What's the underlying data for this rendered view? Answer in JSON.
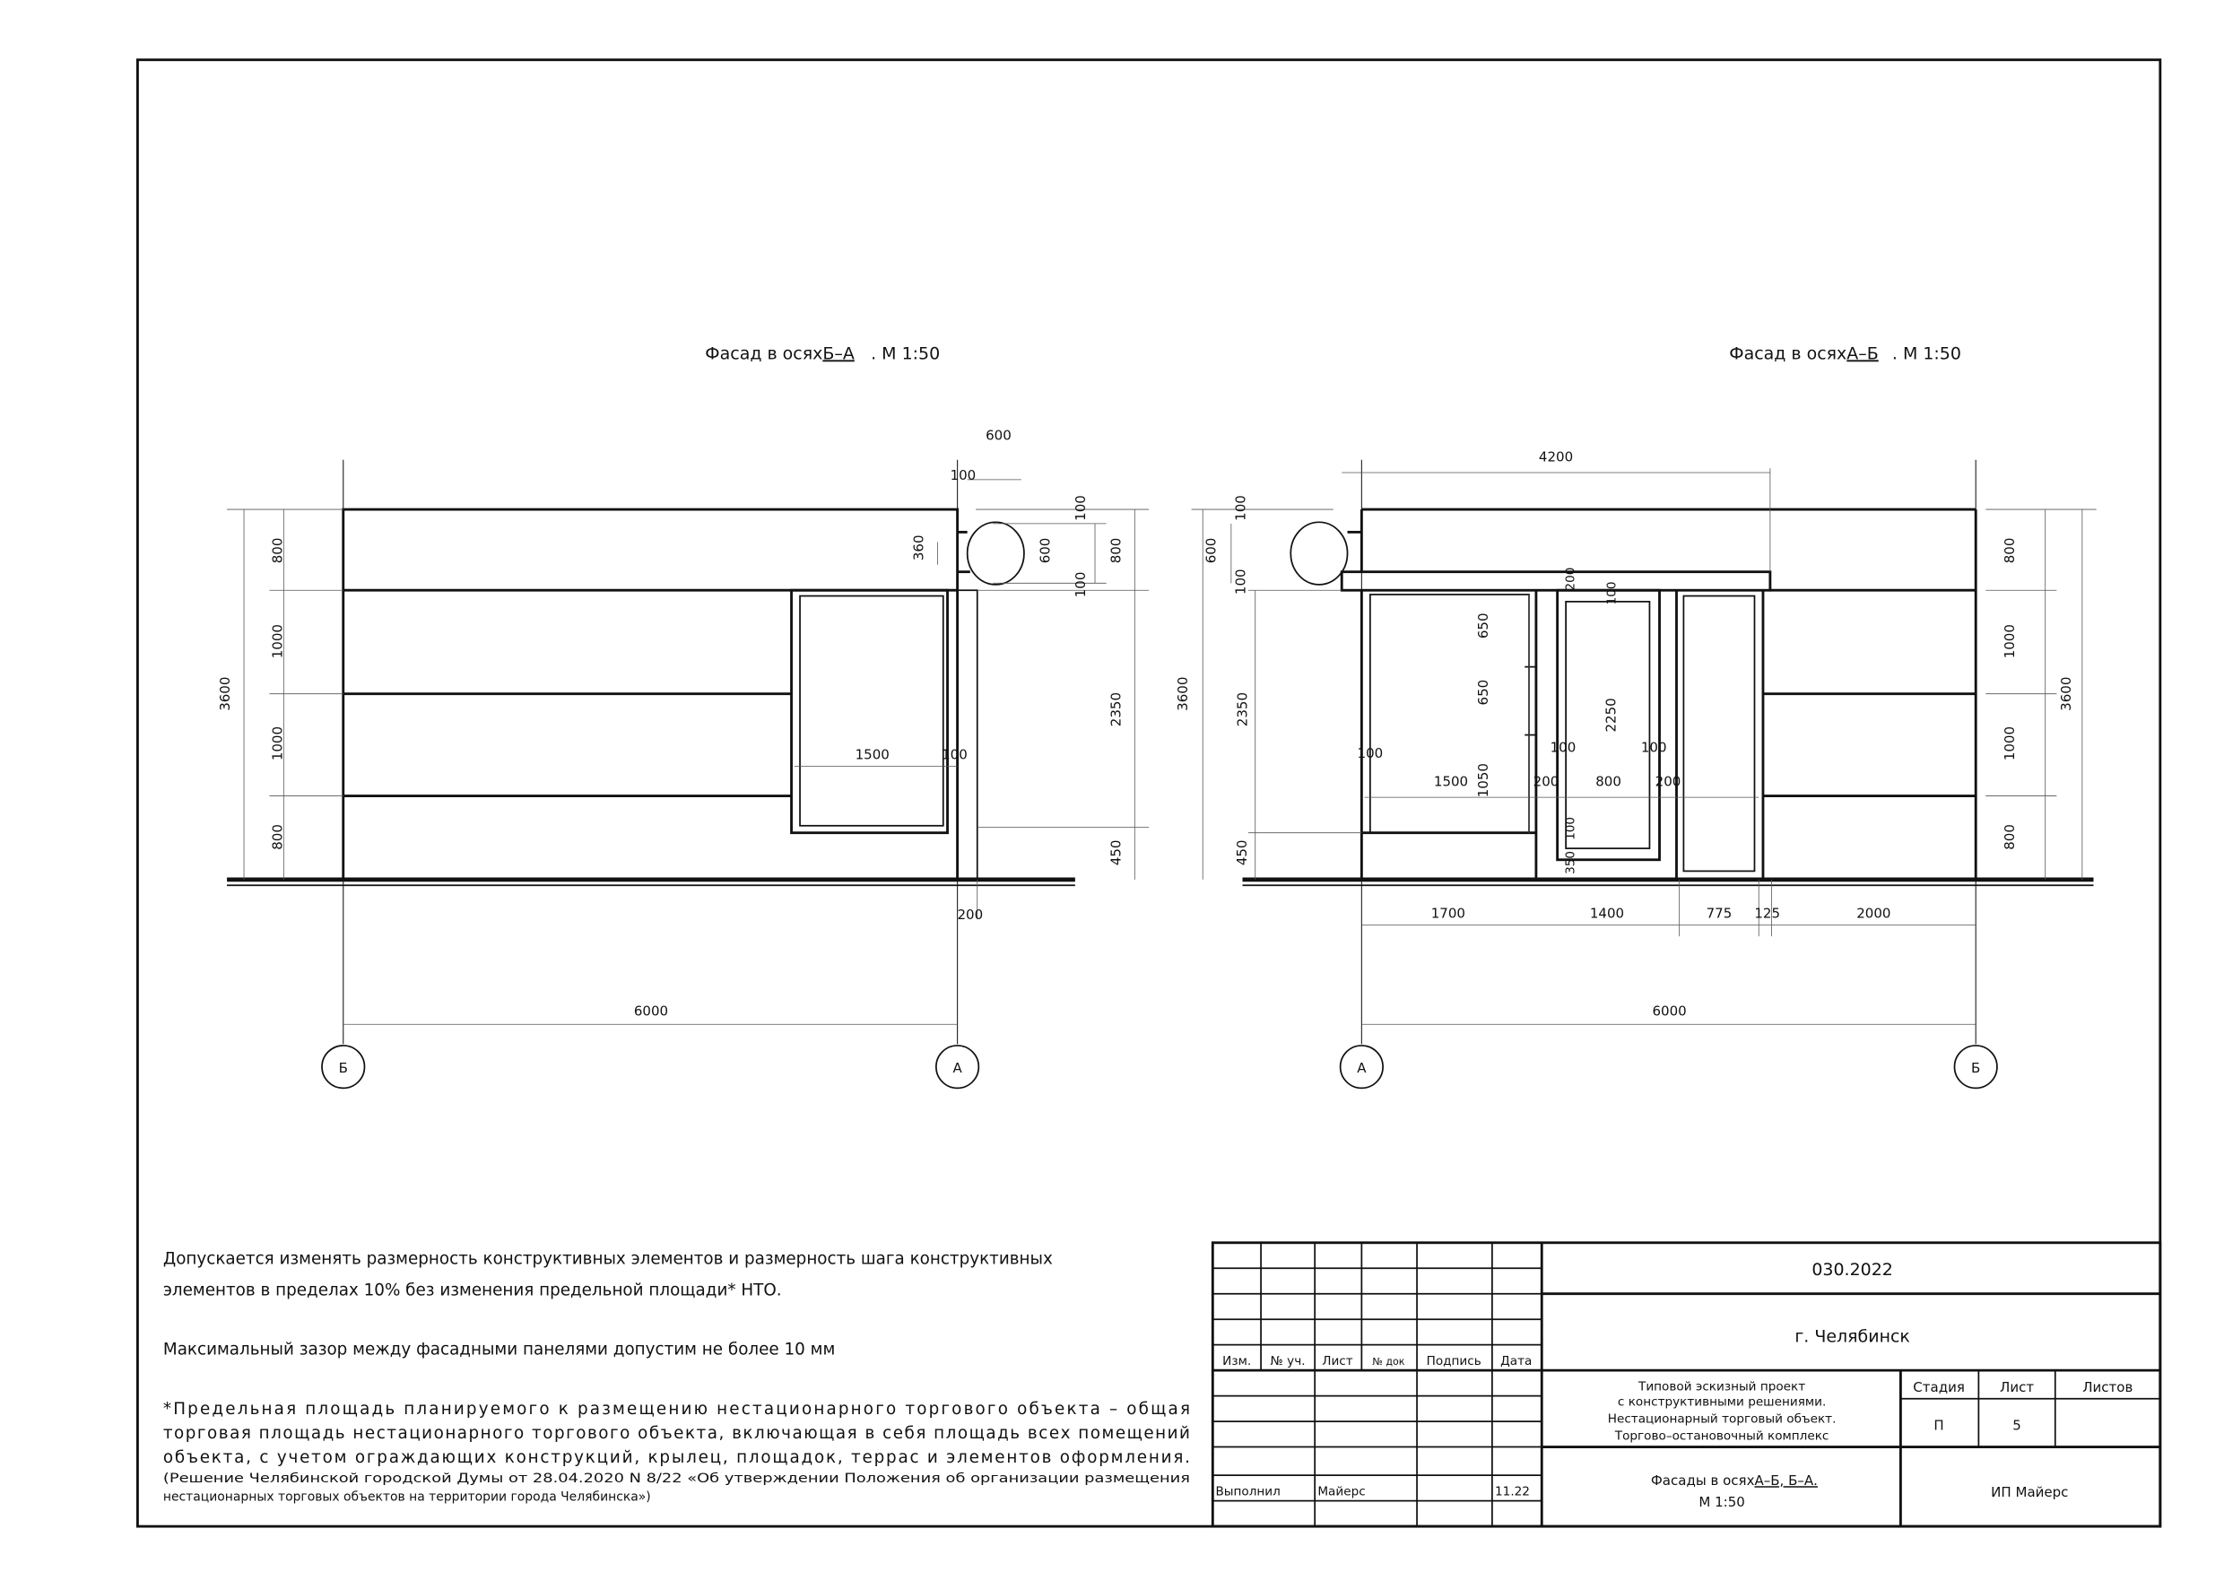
{
  "left_facade": {
    "title": "Фасад в осях ",
    "title_axes": "Б–А",
    "title_scale": ". М 1:50",
    "dims": [
      "600",
      "100",
      "360",
      "600",
      "100",
      "100",
      "800",
      "3600",
      "800",
      "1000",
      "1000",
      "800",
      "2350",
      "450",
      "1500",
      "100",
      "200",
      "6000"
    ],
    "axes": [
      "Б",
      "А"
    ]
  },
  "right_facade": {
    "title": "Фасад в осях ",
    "title_axes": "А–Б",
    "title_scale": ". М 1:50",
    "dims": [
      "4200",
      "600",
      "100",
      "100",
      "3600",
      "2350",
      "450",
      "650",
      "650",
      "1050",
      "1500",
      "100",
      "200",
      "200",
      "800",
      "100",
      "100",
      "200",
      "2250",
      "100",
      "350",
      "800",
      "1000",
      "1000",
      "800",
      "3600",
      "1700",
      "1400",
      "775",
      "125",
      "2000",
      "6000",
      "100"
    ],
    "axes": [
      "А",
      "Б"
    ]
  },
  "notes": {
    "line1": "Допускается изменять размерность конструктивных элементов и размерность шага конструктивных",
    "line2": "элементов в пределах 10% без изменения предельной площади* НТО.",
    "line3": "Максимальный зазор между фасадными панелями допустим не более 10 мм",
    "fn1": "*Предельная площадь планируемого к размещению нестационарного торгового объекта – общая",
    "fn2": "торговая площадь нестационарного торгового объекта, включающая в себя площадь всех помещений",
    "fn3": "объекта, с учетом ограждающих конструкций, крылец, площадок, террас и элементов оформления.",
    "fn4": "(Решение Челябинской городской Думы от 28.04.2020 N 8/22 «Об утверждении Положения об организации размещения",
    "fn5": "нестационарных торговых объектов на территории города Челябинска»)"
  },
  "title_block": {
    "code": "030.2022",
    "city": "г. Челябинск",
    "headers": [
      "Изм.",
      "№ уч.",
      "Лист",
      "№ док",
      "Подпись",
      "Дата"
    ],
    "desc": [
      "Типовой эскизный проект",
      "с конструктивными решениями.",
      "Нестационарный торговый объект.",
      "Торгово–остановочный комплекс"
    ],
    "stage_label": "Стадия",
    "sheet_label": "Лист",
    "sheets_label": "Листов",
    "stage": "П",
    "sheet": "5",
    "role": "Выполнил",
    "author": "Майерс",
    "date": "11.22",
    "drawing_name": "Фасады в осях ",
    "drawing_axes": "А–Б, Б–А.",
    "drawing_scale": "М 1:50",
    "company": "ИП Майерс"
  }
}
